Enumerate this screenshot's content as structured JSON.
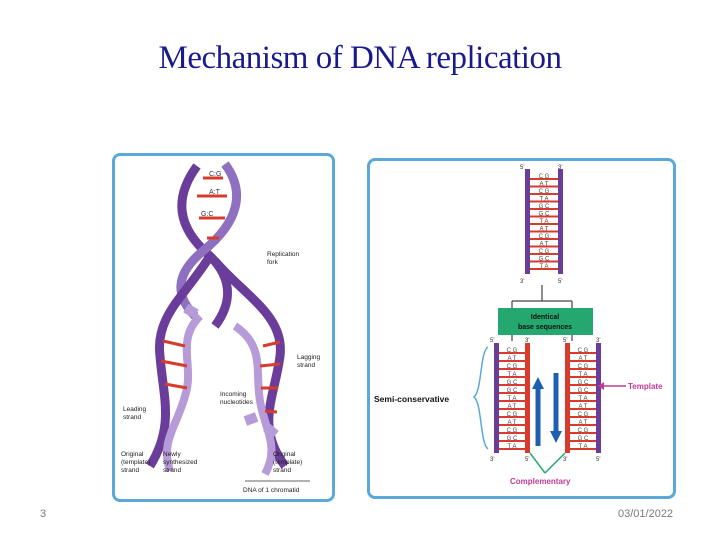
{
  "slide": {
    "title": "Mechanism of DNA replication",
    "number": "3",
    "date": "03/01/2022"
  },
  "left_diagram": {
    "replication_fork": [
      "Replication",
      "fork"
    ],
    "lagging_strand": [
      "Lagging",
      "strand"
    ],
    "incoming_nucleotides": [
      "Incoming",
      "nucleotides"
    ],
    "leading_strand": [
      "Leading",
      "strand"
    ],
    "original_template_left": [
      "Original",
      "(template)",
      "strand"
    ],
    "newly_synthesized": [
      "Newly",
      "synthesized",
      "strand"
    ],
    "original_template_right": [
      "Original",
      "(template)",
      "strand"
    ],
    "chromatid": "DNA of 1 chromatid"
  },
  "right_diagram": {
    "top_pairs": [
      "C G",
      "A T",
      "C G",
      "T A",
      "G C",
      "G C",
      "T A",
      "A T",
      "C G",
      "A T",
      "C G",
      "G C",
      "T A"
    ],
    "identical_box": [
      "Identical",
      "base sequences"
    ],
    "left_pairs": [
      "C G",
      "A T",
      "C G",
      "T A",
      "G C",
      "G C",
      "T A",
      "A T",
      "C G",
      "A T",
      "C G",
      "G C",
      "T A"
    ],
    "right_pairs": [
      "C G",
      "A T",
      "C G",
      "T A",
      "G C",
      "G C",
      "T A",
      "A T",
      "C G",
      "A T",
      "C G",
      "G C",
      "T A"
    ],
    "semi_conservative": "Semi-conservative",
    "template": "Template",
    "complementary": "Complementary",
    "five_prime": "5'",
    "three_prime": "3'"
  },
  "colors": {
    "title": "#1a1a8c",
    "panel_border": "#5aa9d8",
    "strand_purple": "#6a3d9a",
    "strand_red": "#d83a2c",
    "arrow_blue": "#1f5fb0",
    "box_green": "#25a870",
    "template_label": "#c23a96"
  }
}
